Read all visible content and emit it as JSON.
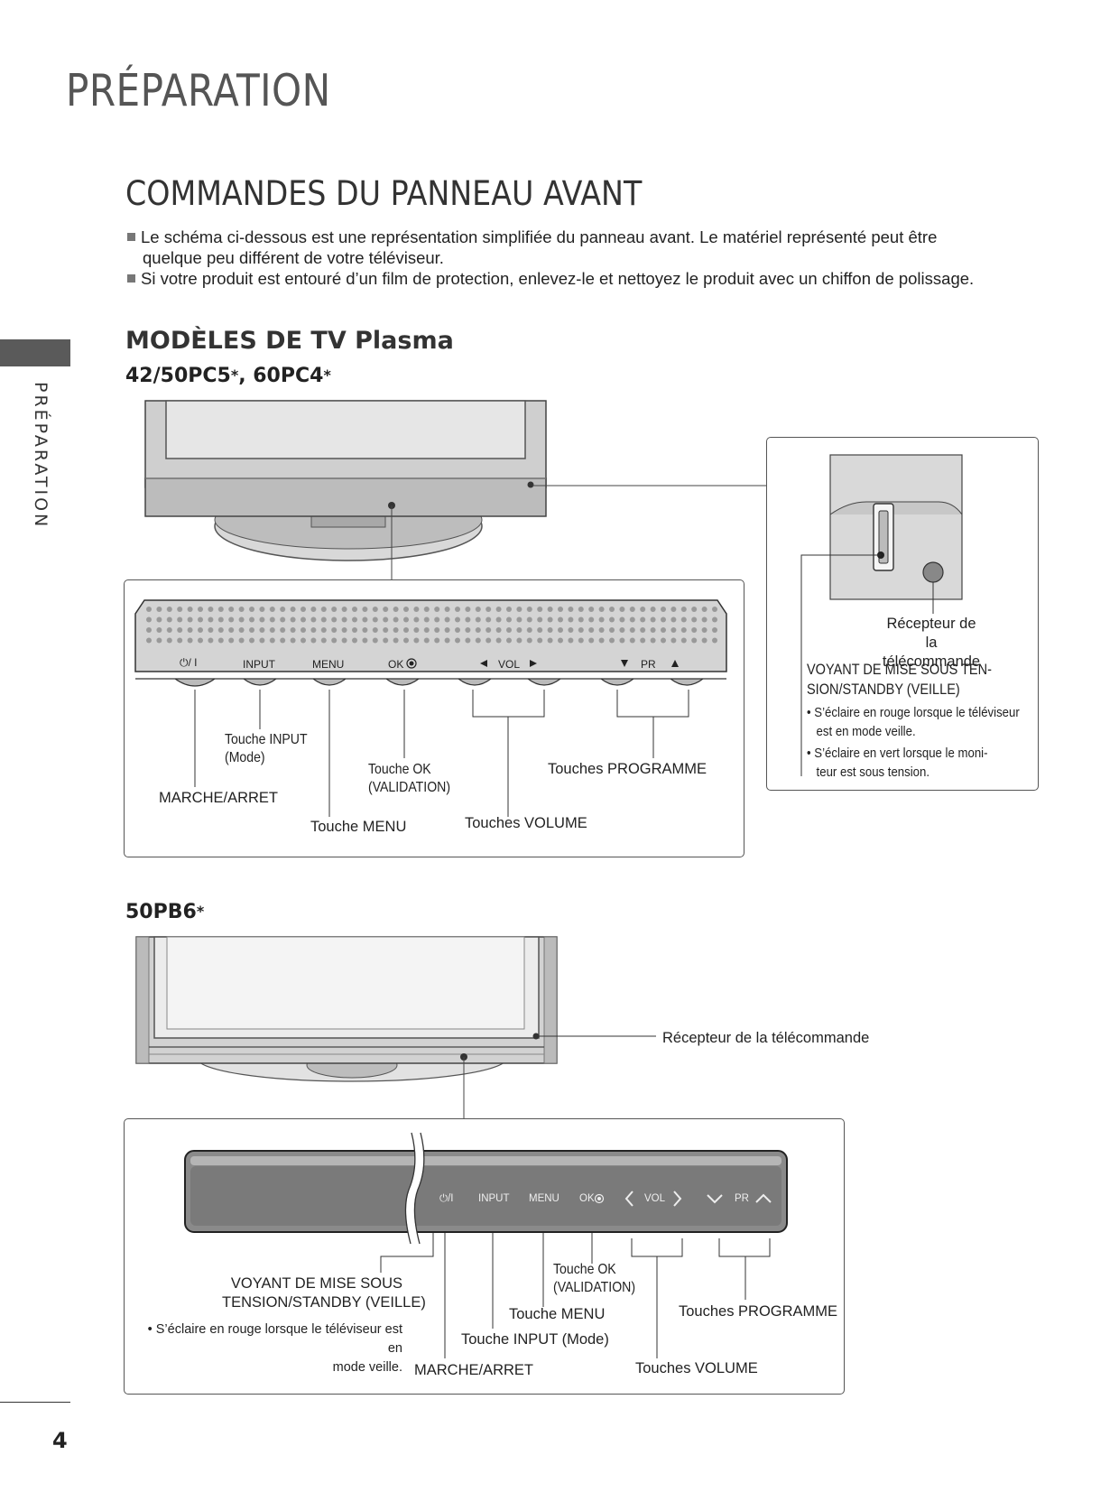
{
  "page": {
    "title": "PRÉPARATION",
    "side_label": "PRÉPARATION",
    "number": "4"
  },
  "section": {
    "heading": "COMMANDES DU PANNEAU AVANT",
    "bullets": [
      "Le schéma ci-dessous est une représentation simplifiée du panneau avant. Le matériel représenté peut être",
      "quelque peu différent de votre téléviseur.",
      "Si votre produit est entouré d’un film de protection, enlevez-le et nettoyez le produit avec un chiffon de polissage."
    ],
    "subheading": "MODÈLES DE TV Plasma"
  },
  "model1": {
    "title": "42/50PC5",
    "title_mid": ", 60PC4",
    "star": "*",
    "buttons": {
      "power": "⏻/ I",
      "input": "INPUT",
      "menu": "MENU",
      "ok": "OK",
      "vol": "VOL",
      "pr": "PR"
    },
    "labels": {
      "touche_input_1": "Touche INPUT",
      "touche_input_2": "(Mode)",
      "marche_arret": "MARCHE/ARRET",
      "touche_ok_1": "Touche OK",
      "touche_ok_2": "(VALIDATION)",
      "touches_programme": "Touches PROGRAMME",
      "touche_menu": "Touche MENU",
      "touches_volume": "Touches VOLUME"
    },
    "inset": {
      "recepteur_1": "Récepteur de la",
      "recepteur_2": "télécommande",
      "voyant_1": "VOYANT DE MISE SOUS TEN-",
      "voyant_2": "SION/STANDBY (VEILLE)",
      "bullet1_1": "• S’éclaire en rouge lorsque le téléviseur",
      "bullet1_2": "est en mode veille.",
      "bullet2_1": "• S’éclaire en vert lorsque le moni-",
      "bullet2_2": "teur est sous tension."
    }
  },
  "model2": {
    "title": "50PB6",
    "star": "*",
    "recepteur": "Récepteur de la télécommande",
    "buttons": {
      "power": "⏻/I",
      "input": "INPUT",
      "menu": "MENU",
      "ok": "OK",
      "vol": "VOL",
      "pr": "PR"
    },
    "labels": {
      "voyant_1": "VOYANT DE MISE SOUS",
      "voyant_2": "TENSION/STANDBY (VEILLE)",
      "voyant_b1": "• S’éclaire en rouge lorsque le téléviseur est en",
      "voyant_b2": "mode veille.",
      "touche_ok_1": "Touche OK",
      "touche_ok_2": "(VALIDATION)",
      "touche_menu": "Touche MENU",
      "touches_programme": "Touches PROGRAMME",
      "touche_input": "Touche INPUT (Mode)",
      "marche_arret": "MARCHE/ARRET",
      "touches_volume": "Touches VOLUME"
    }
  }
}
